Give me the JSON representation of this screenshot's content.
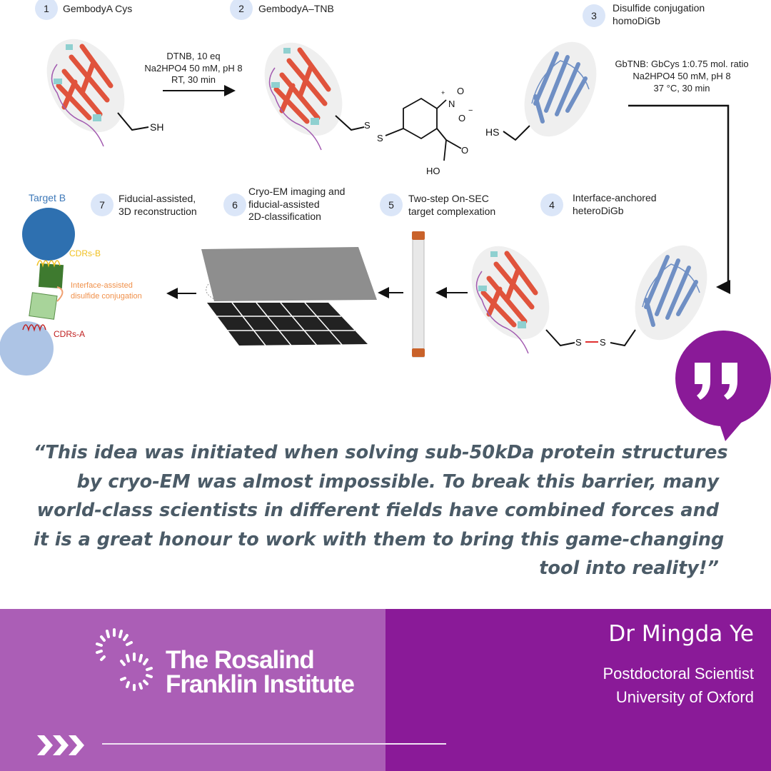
{
  "diagram": {
    "steps": [
      {
        "num": "1",
        "label": [
          "GembodyA Cys"
        ]
      },
      {
        "num": "2",
        "label": [
          "GembodyA–TNB"
        ]
      },
      {
        "num": "3",
        "label": [
          "Disulfide conjugation",
          "homoDiGb"
        ]
      },
      {
        "num": "4",
        "label": [
          "Interface-anchored",
          "heteroDiGb"
        ]
      },
      {
        "num": "5",
        "label": [
          "Two-step On-SEC",
          "target complexation"
        ]
      },
      {
        "num": "6",
        "label": [
          "Cryo-EM imaging and",
          "fiducial-assisted",
          "2D-classification"
        ]
      },
      {
        "num": "7",
        "label": [
          "Fiducial-assisted,",
          "3D reconstruction"
        ]
      }
    ],
    "reaction1": [
      "DTNB, 10 eq",
      "Na2HPO4 50 mM, pH 8",
      "RT, 30 min"
    ],
    "reaction2": [
      "GbTNB: GbCys 1:0.75 mol. ratio",
      "Na2HPO4 50 mM, pH 8",
      "37 °C, 30 min"
    ],
    "chem": {
      "sh": "SH",
      "hs": "HS",
      "s": "S",
      "o": "O",
      "n": "N",
      "ho": "HO",
      "plus": "+",
      "minus": "−"
    },
    "schematic": {
      "target_b": "Target B",
      "cdrs_b": "CDRs-B",
      "cdrs_a": "CDRs-A",
      "interface": [
        "Interface-assisted",
        "disulfide conjugation"
      ]
    }
  },
  "quote": {
    "lines": [
      "“This idea was initiated when solving sub-50kDa protein structures",
      "by cryo-EM was almost impossible. To break this barrier, many",
      "world-class scientists in different fields have combined forces and",
      "it is a great honour to work with them to bring this game-changing",
      "tool into reality!”"
    ]
  },
  "footer": {
    "logo": [
      "The Rosalind",
      "Franklin Institute"
    ],
    "name": "Dr Mingda Ye",
    "title": "Postdoctoral Scientist",
    "affiliation": "University of Oxford"
  },
  "colors": {
    "purple_dark": "#8a1a98",
    "purple_light": "#ab5eb6",
    "quote_text": "#4b5b67",
    "step_circle": "#dbe6f8",
    "protein_red": "#e0533c",
    "protein_blue": "#6f8fc4"
  }
}
